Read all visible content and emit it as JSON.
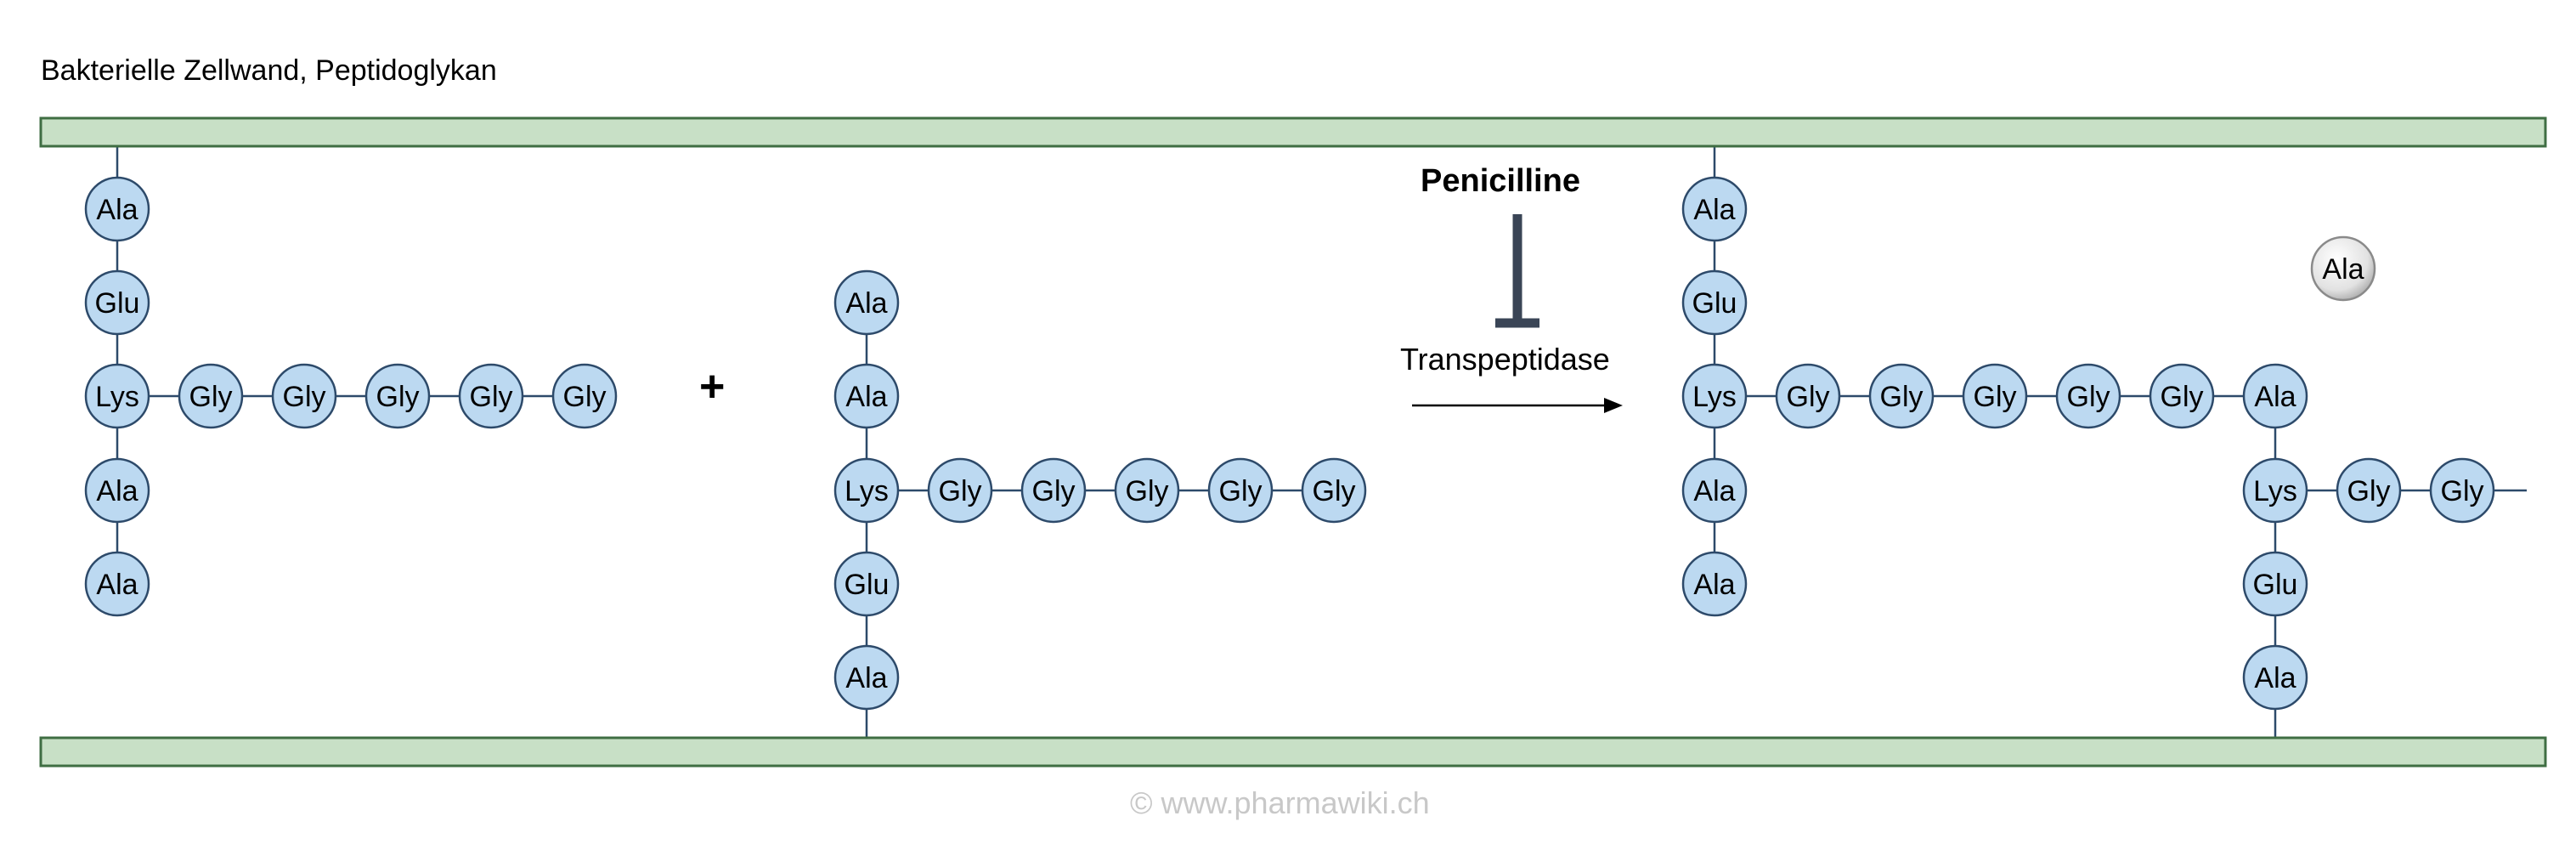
{
  "title": "Bakterielle Zellwand, Peptidoglykan",
  "plus_sign": "+",
  "inhibitor_label": "Penicilline",
  "enzyme_label": "Transpeptidase",
  "copyright": "© www.pharmawiki.ch",
  "colors": {
    "cell_wall_fill": "#c8e0c6",
    "cell_wall_stroke": "#3f6e43",
    "residue_fill": "#bcd9f1",
    "residue_stroke": "#2d4a6a",
    "released_fill": "#e6e6e6",
    "inhibitor_bar": "#3a4556"
  },
  "amino_acids": {
    "ala": "Ala",
    "glu": "Glu",
    "lys": "Lys",
    "gly": "Gly"
  },
  "chains": {
    "left_strand": [
      "Ala",
      "Glu",
      "Lys",
      "Ala",
      "Ala"
    ],
    "left_bridge": [
      "Gly",
      "Gly",
      "Gly",
      "Gly",
      "Gly"
    ],
    "middle_strand": [
      "Ala",
      "Ala",
      "Lys",
      "Glu",
      "Ala"
    ],
    "middle_bridge": [
      "Gly",
      "Gly",
      "Gly",
      "Gly",
      "Gly"
    ],
    "product_strand_1": [
      "Ala",
      "Glu",
      "Lys",
      "Ala",
      "Ala"
    ],
    "product_bridge": [
      "Gly",
      "Gly",
      "Gly",
      "Gly",
      "Gly",
      "Ala"
    ],
    "product_strand_2": [
      "Lys",
      "Glu",
      "Ala"
    ],
    "product_bridge_2": [
      "Gly",
      "Gly"
    ],
    "released_residue": "Ala"
  }
}
